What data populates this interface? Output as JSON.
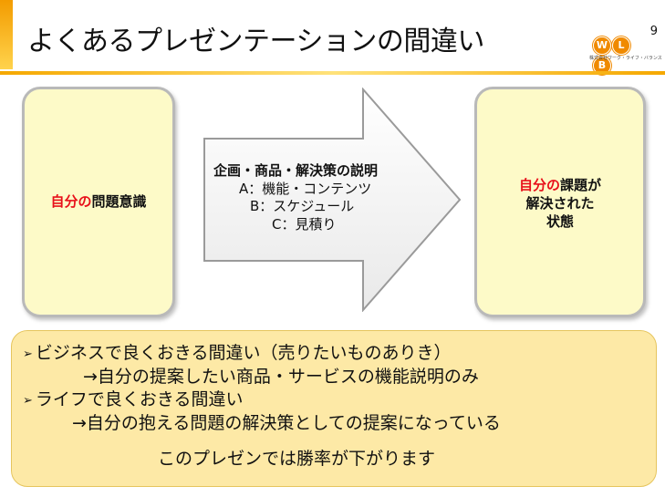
{
  "slide": {
    "title": "よくあるプレゼンテーションの間違い",
    "page_number": "9"
  },
  "logo": {
    "letters": [
      "W",
      "L",
      "B"
    ],
    "tagline": "株式会社ワーク・ライフ・バランス"
  },
  "left_box": {
    "highlight": "自分の",
    "text": "問題意識"
  },
  "arrow": {
    "heading": "企画・商品・解決策の説明",
    "items": [
      "A：機能・コンテンツ",
      "B：スケジュール",
      "C：見積り"
    ]
  },
  "right_box": {
    "highlight": "自分の",
    "line1": "課題が",
    "line2": "解決された",
    "line3": "状態"
  },
  "bottom": {
    "bullet_symbol": "➢",
    "item1": "ビジネスで良くおきる間違い（売りたいものありき）",
    "item1_sub": "→自分の提案したい商品・サービスの機能説明のみ",
    "item2": "ライフで良くおきる間違い",
    "item2_sub": "→自分の抱える問題の解決策としての提案になっている",
    "conclusion": "このプレゼンでは勝率が下がります"
  },
  "colors": {
    "accent": "#f39c00",
    "highlight": "#e8101a",
    "box_fill": "#fdfac8",
    "bottom_fill": "#fde9a6"
  }
}
